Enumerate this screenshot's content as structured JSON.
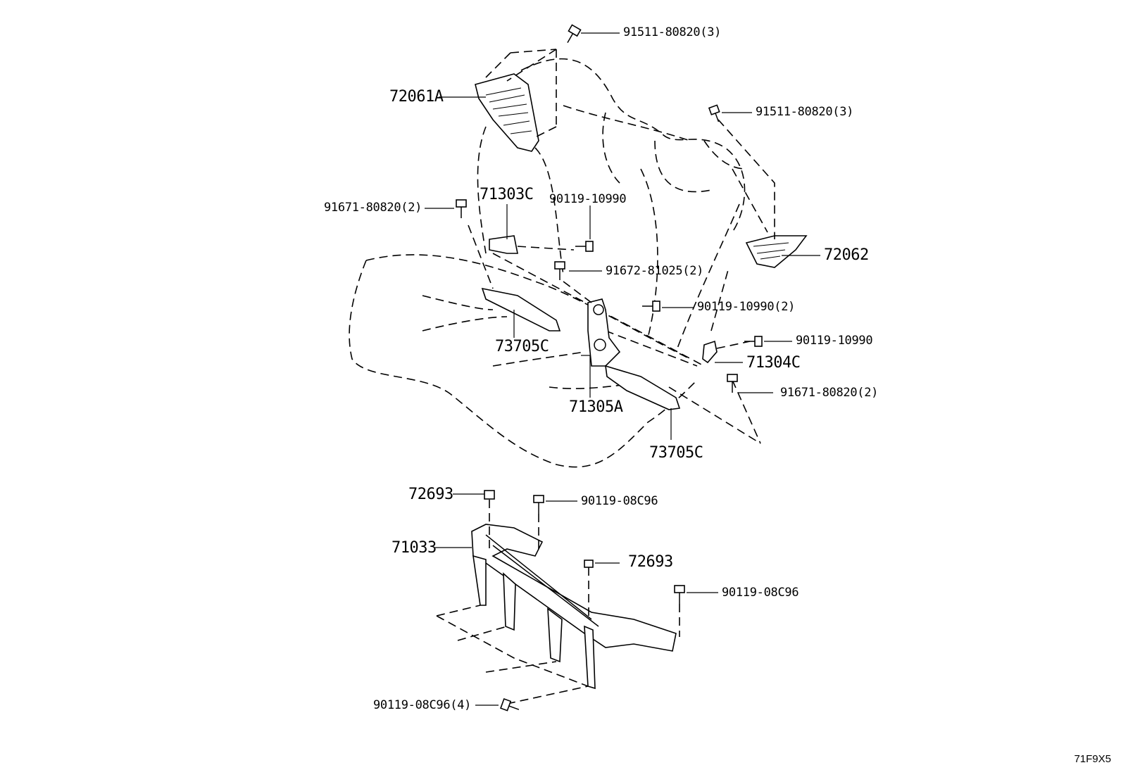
{
  "diagram": {
    "reference_code": "71F9X5",
    "labels": {
      "bolt_top": "91511-80820(3)",
      "hinge_left": "72061A",
      "bolt_right_top": "91511-80820(3)",
      "cover_71303c": "71303C",
      "bolt_90119_a": "90119-10990",
      "bolt_91671_left": "91671-80820(2)",
      "hinge_right": "72062",
      "bolt_91672": "91672-81025(2)",
      "bolt_90119_pair": "90119-10990(2)",
      "bolt_90119_b": "90119-10990",
      "cover_71304c": "71304C",
      "bolt_91671_right": "91671-80820(2)",
      "guide_left": "73705C",
      "bracket_71305a": "71305A",
      "guide_right": "73705C",
      "stopper_a": "72693",
      "bolt_08c96_a": "90119-08C96",
      "frame_71033": "71033",
      "stopper_b": "72693",
      "bolt_08c96_b": "90119-08C96",
      "bolt_08c96_four": "90119-08C96(4)"
    }
  }
}
